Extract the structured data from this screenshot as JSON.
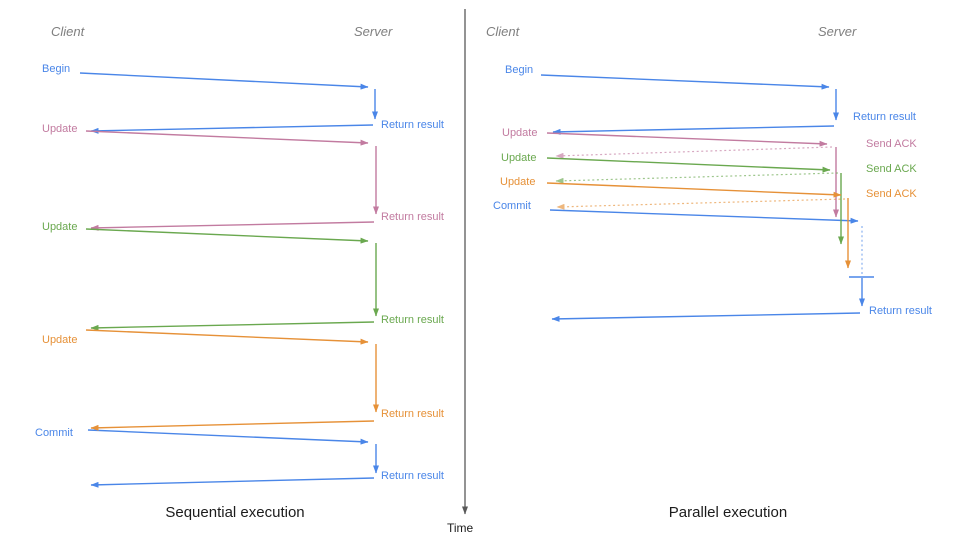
{
  "palette": {
    "blue": "#4a86e8",
    "pink": "#c27ba0",
    "green": "#6aa84f",
    "orange": "#e69138",
    "axis_gray": "#595959",
    "heading_gray": "#7f7f7f",
    "text_black": "#1c1c1c"
  },
  "time_axis": {
    "label": "Time"
  },
  "sequential": {
    "caption": "Sequential execution",
    "client_label": "Client",
    "server_label": "Server",
    "messages": [
      {
        "request": "Begin",
        "color": "blue",
        "response": "Return result"
      },
      {
        "request": "Update",
        "color": "pink",
        "response": "Return result"
      },
      {
        "request": "Update",
        "color": "green",
        "response": "Return result"
      },
      {
        "request": "Update",
        "color": "orange",
        "response": "Return result"
      },
      {
        "request": "Commit",
        "color": "blue",
        "response": "Return result"
      }
    ]
  },
  "parallel": {
    "caption": "Parallel execution",
    "client_label": "Client",
    "server_label": "Server",
    "messages": [
      {
        "request": "Begin",
        "color": "blue",
        "response": "Return result"
      },
      {
        "request": "Update",
        "color": "pink",
        "response": "Send ACK"
      },
      {
        "request": "Update",
        "color": "green",
        "response": "Send ACK"
      },
      {
        "request": "Update",
        "color": "orange",
        "response": "Send ACK"
      },
      {
        "request": "Commit",
        "color": "blue",
        "response": "Return result"
      }
    ]
  }
}
